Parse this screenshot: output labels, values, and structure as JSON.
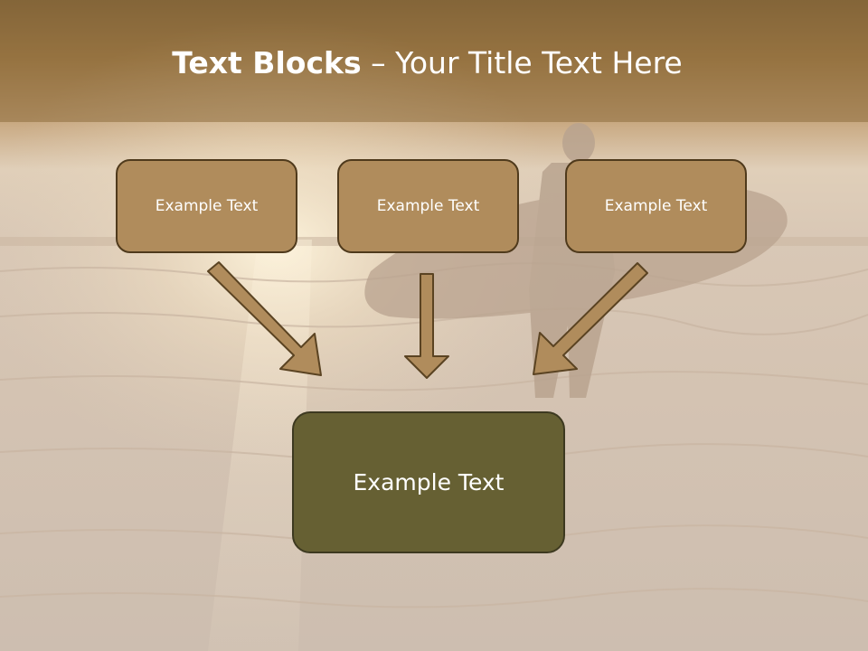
{
  "title": {
    "bold": "Text Blocks",
    "dash": " – ",
    "rest": "Your Title Text Here"
  },
  "boxes": [
    {
      "label": "Example Text"
    },
    {
      "label": "Example Text"
    },
    {
      "label": "Example Text"
    }
  ],
  "target_box": {
    "label": "Example Text"
  },
  "colors": {
    "header_band": "#8a6a3a",
    "box_fill": "#b08c5c",
    "box_border": "#4f3a1c",
    "target_fill": "#666033",
    "arrow_fill": "#b08c5c"
  }
}
